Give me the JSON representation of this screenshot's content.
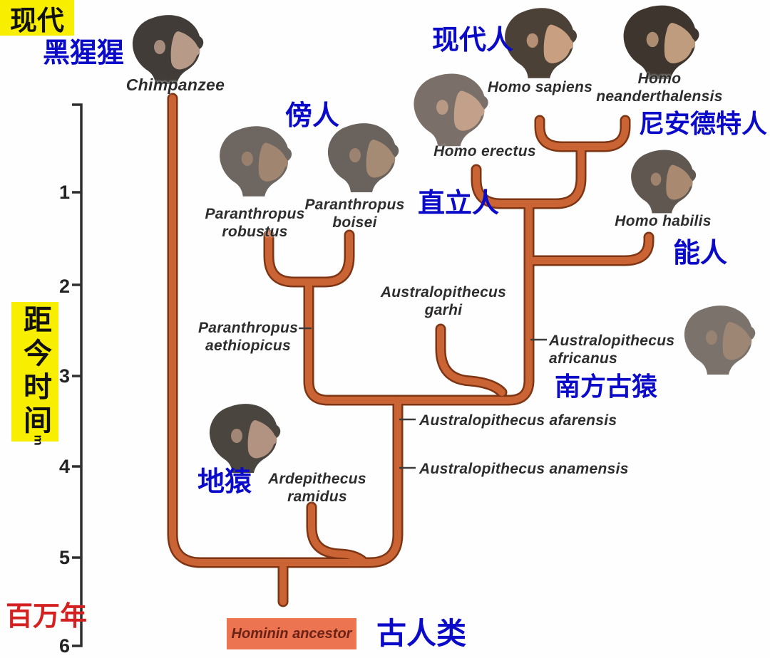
{
  "axis": {
    "top_label": "现代",
    "side_label": "距今时间",
    "side_label_rotated": "m",
    "unit_label": "百万年",
    "ticks": [
      "1",
      "2",
      "3",
      "4",
      "5",
      "6"
    ],
    "highlight_color": "#f8ee00",
    "unit_color": "#d32121"
  },
  "tree": {
    "branch_color": "#cb6434",
    "branch_outline_color": "#7e3514",
    "root_box_label": "Hominin ancestor",
    "root_box_color": "#ec7450",
    "root_cn": "古人类"
  },
  "species": {
    "chimpanzee": {
      "latin": "Chimpanzee",
      "cn": "黑猩猩"
    },
    "paranthropus_group_cn": "傍人",
    "p_robustus": {
      "latin1": "Paranthropus",
      "latin2": "robustus"
    },
    "p_boisei": {
      "latin1": "Paranthropus",
      "latin2": "boisei"
    },
    "h_erectus": {
      "latin": "Homo erectus",
      "cn": "直立人"
    },
    "h_sapiens": {
      "latin": "Homo sapiens",
      "cn": "现代人"
    },
    "h_neanderthalensis": {
      "latin1": "Homo",
      "latin2": "neanderthalensis",
      "cn": "尼安德特人"
    },
    "h_habilis": {
      "latin": "Homo habilis",
      "cn": "能人"
    },
    "a_garhi": {
      "latin1": "Australopithecus",
      "latin2": "garhi"
    },
    "p_aethiopicus": {
      "latin1": "Paranthropus",
      "latin2": "aethiopicus"
    },
    "a_africanus": {
      "latin1": "Australopithecus",
      "latin2": "africanus"
    },
    "australopithecus_group_cn": "南方古猿",
    "a_afarensis": {
      "latin": "Australopithecus afarensis"
    },
    "a_anamensis": {
      "latin": "Australopithecus anamensis"
    },
    "a_ramidus": {
      "latin1": "Ardepithecus",
      "latin2": "ramidus",
      "cn": "地猿"
    }
  },
  "heads": [
    {
      "id": "chimpanzee",
      "name": "chimpanzee-head-illustration",
      "fur": "#413c38",
      "face": "#b89a88"
    },
    {
      "id": "p_robustus",
      "name": "paranthropus-robustus-head-illustration",
      "fur": "#6e6660",
      "face": "#a08570"
    },
    {
      "id": "p_boisei",
      "name": "paranthropus-boisei-head-illustration",
      "fur": "#6a625c",
      "face": "#a58a74"
    },
    {
      "id": "h_erectus",
      "name": "homo-erectus-head-illustration",
      "fur": "#7b7069",
      "face": "#c2a089"
    },
    {
      "id": "h_sapiens",
      "name": "homo-sapiens-head-illustration",
      "fur": "#4c4136",
      "face": "#c89f80"
    },
    {
      "id": "h_neanderthalensis",
      "name": "homo-neanderthalensis-head-illustration",
      "fur": "#3e362e",
      "face": "#c09c7e"
    },
    {
      "id": "h_habilis",
      "name": "homo-habilis-head-illustration",
      "fur": "#5f5750",
      "face": "#a98a70"
    },
    {
      "id": "a_africanus",
      "name": "australopithecus-africanus-head-illustration",
      "fur": "#7a726b",
      "face": "#9d8673"
    },
    {
      "id": "a_ramidus",
      "name": "ardepithecus-ramidus-head-illustration",
      "fur": "#4b4540",
      "face": "#b29280"
    }
  ]
}
